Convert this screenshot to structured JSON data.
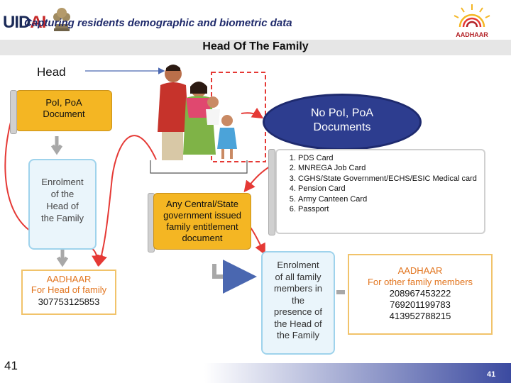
{
  "header": {
    "brand_prefix": "UID",
    "brand_suffix": "AI",
    "title": "Capturing residents demographic and biometric data",
    "aadhaar_logo_text": "AADHAAR"
  },
  "page_title": "Head Of The Family",
  "head_label": "Head",
  "poi_box": {
    "line1": "PoI, PoA",
    "line2": "Document"
  },
  "enrol_head": {
    "lines": [
      "Enrolment",
      "of the",
      "Head of",
      "the Family"
    ]
  },
  "aadhaar_head": {
    "title_line1": "AADHAAR",
    "title_line2": "For Head of family",
    "number": "307753125853"
  },
  "no_poi": {
    "line1": "No PoI, PoA",
    "line2": "Documents"
  },
  "doc_list": [
    "PDS Card",
    "MNREGA Job Card",
    "CGHS/State Government/ECHS/ESIC Medical card",
    "Pension Card",
    "Army Canteen Card",
    "Passport"
  ],
  "gov_box": {
    "lines": [
      "Any Central/State",
      "government issued",
      "family entitlement",
      "document"
    ]
  },
  "enrol_all": {
    "lines": [
      "Enrolment",
      "of all family",
      "members in",
      "the",
      "presence of",
      "the Head of",
      "the Family"
    ]
  },
  "aadhaar_others": {
    "title_line1": "AADHAAR",
    "title_line2": "For other family members",
    "numbers": [
      "208967453222",
      "769201199783",
      "413952788215"
    ]
  },
  "slide_number_left": "41",
  "slide_number_right": "41",
  "colors": {
    "accent_orange": "#f4b623",
    "navy": "#2d3d8f",
    "arrow_red": "#e53935",
    "light_blue": "#9fd3ec"
  }
}
